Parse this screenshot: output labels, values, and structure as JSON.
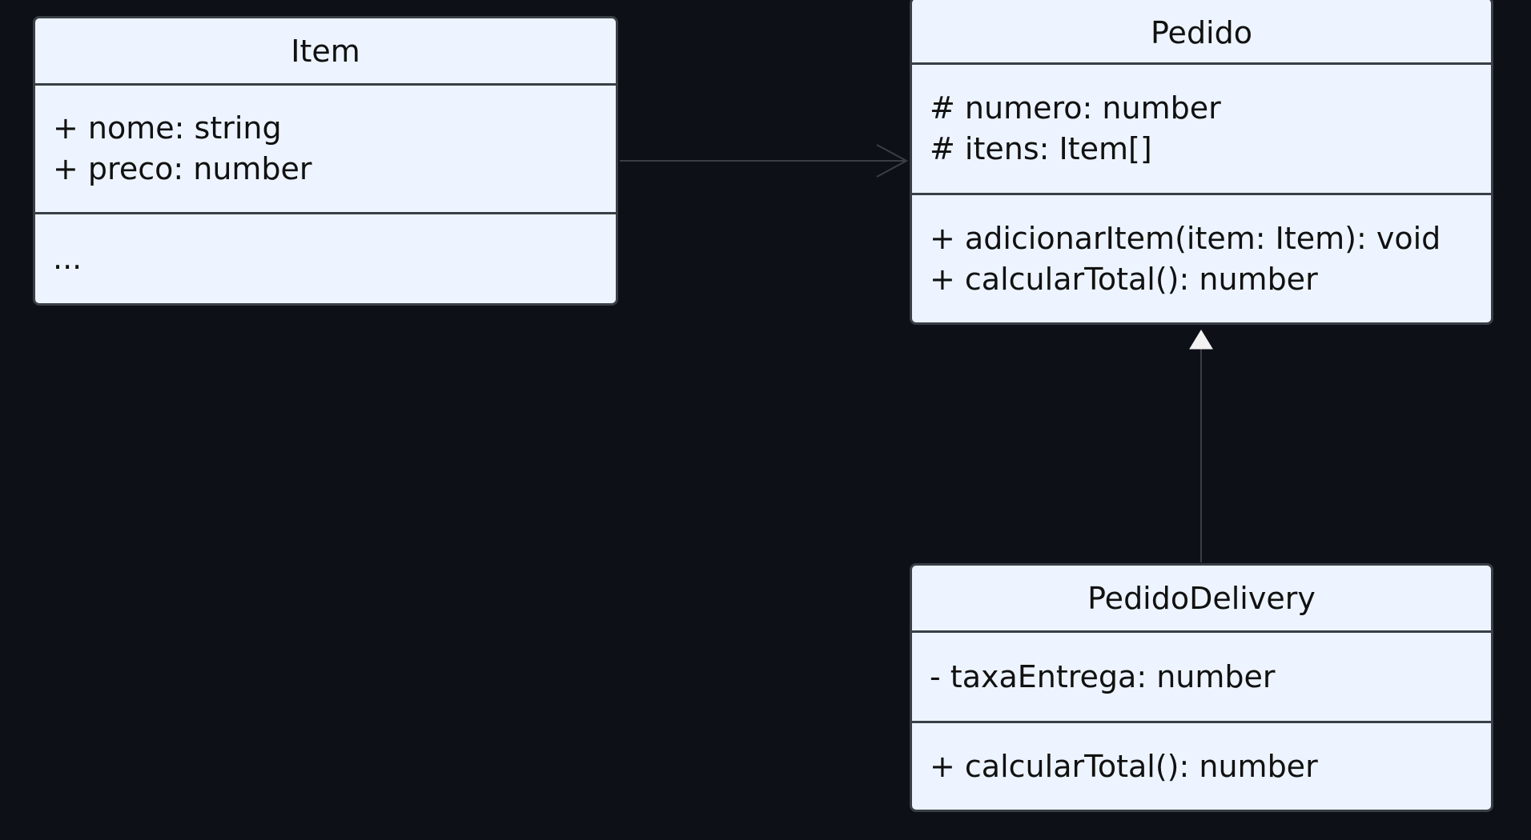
{
  "diagram": {
    "classes": [
      {
        "id": "item",
        "name": "Item",
        "attributes": [
          "+ nome: string",
          "+ preco: number"
        ],
        "methods": [
          "..."
        ]
      },
      {
        "id": "pedido",
        "name": "Pedido",
        "attributes": [
          "# numero: number",
          "# itens: Item[]"
        ],
        "methods": [
          "+ adicionarItem(item: Item): void",
          "+ calcularTotal(): number"
        ]
      },
      {
        "id": "pedidodelivery",
        "name": "PedidoDelivery",
        "attributes": [
          "- taxaEntrega: number"
        ],
        "methods": [
          "+ calcularTotal(): number"
        ]
      }
    ],
    "relations": [
      {
        "type": "association",
        "from": "Item",
        "to": "Pedido"
      },
      {
        "type": "inheritance",
        "from": "PedidoDelivery",
        "to": "Pedido"
      }
    ],
    "colors": {
      "background": "#0d1017",
      "box_fill": "#edf4ff",
      "box_border": "#3a3f46",
      "text": "#111111",
      "connector": "#3b3f45",
      "arrowhead_fill": "#f2f2f2"
    }
  }
}
